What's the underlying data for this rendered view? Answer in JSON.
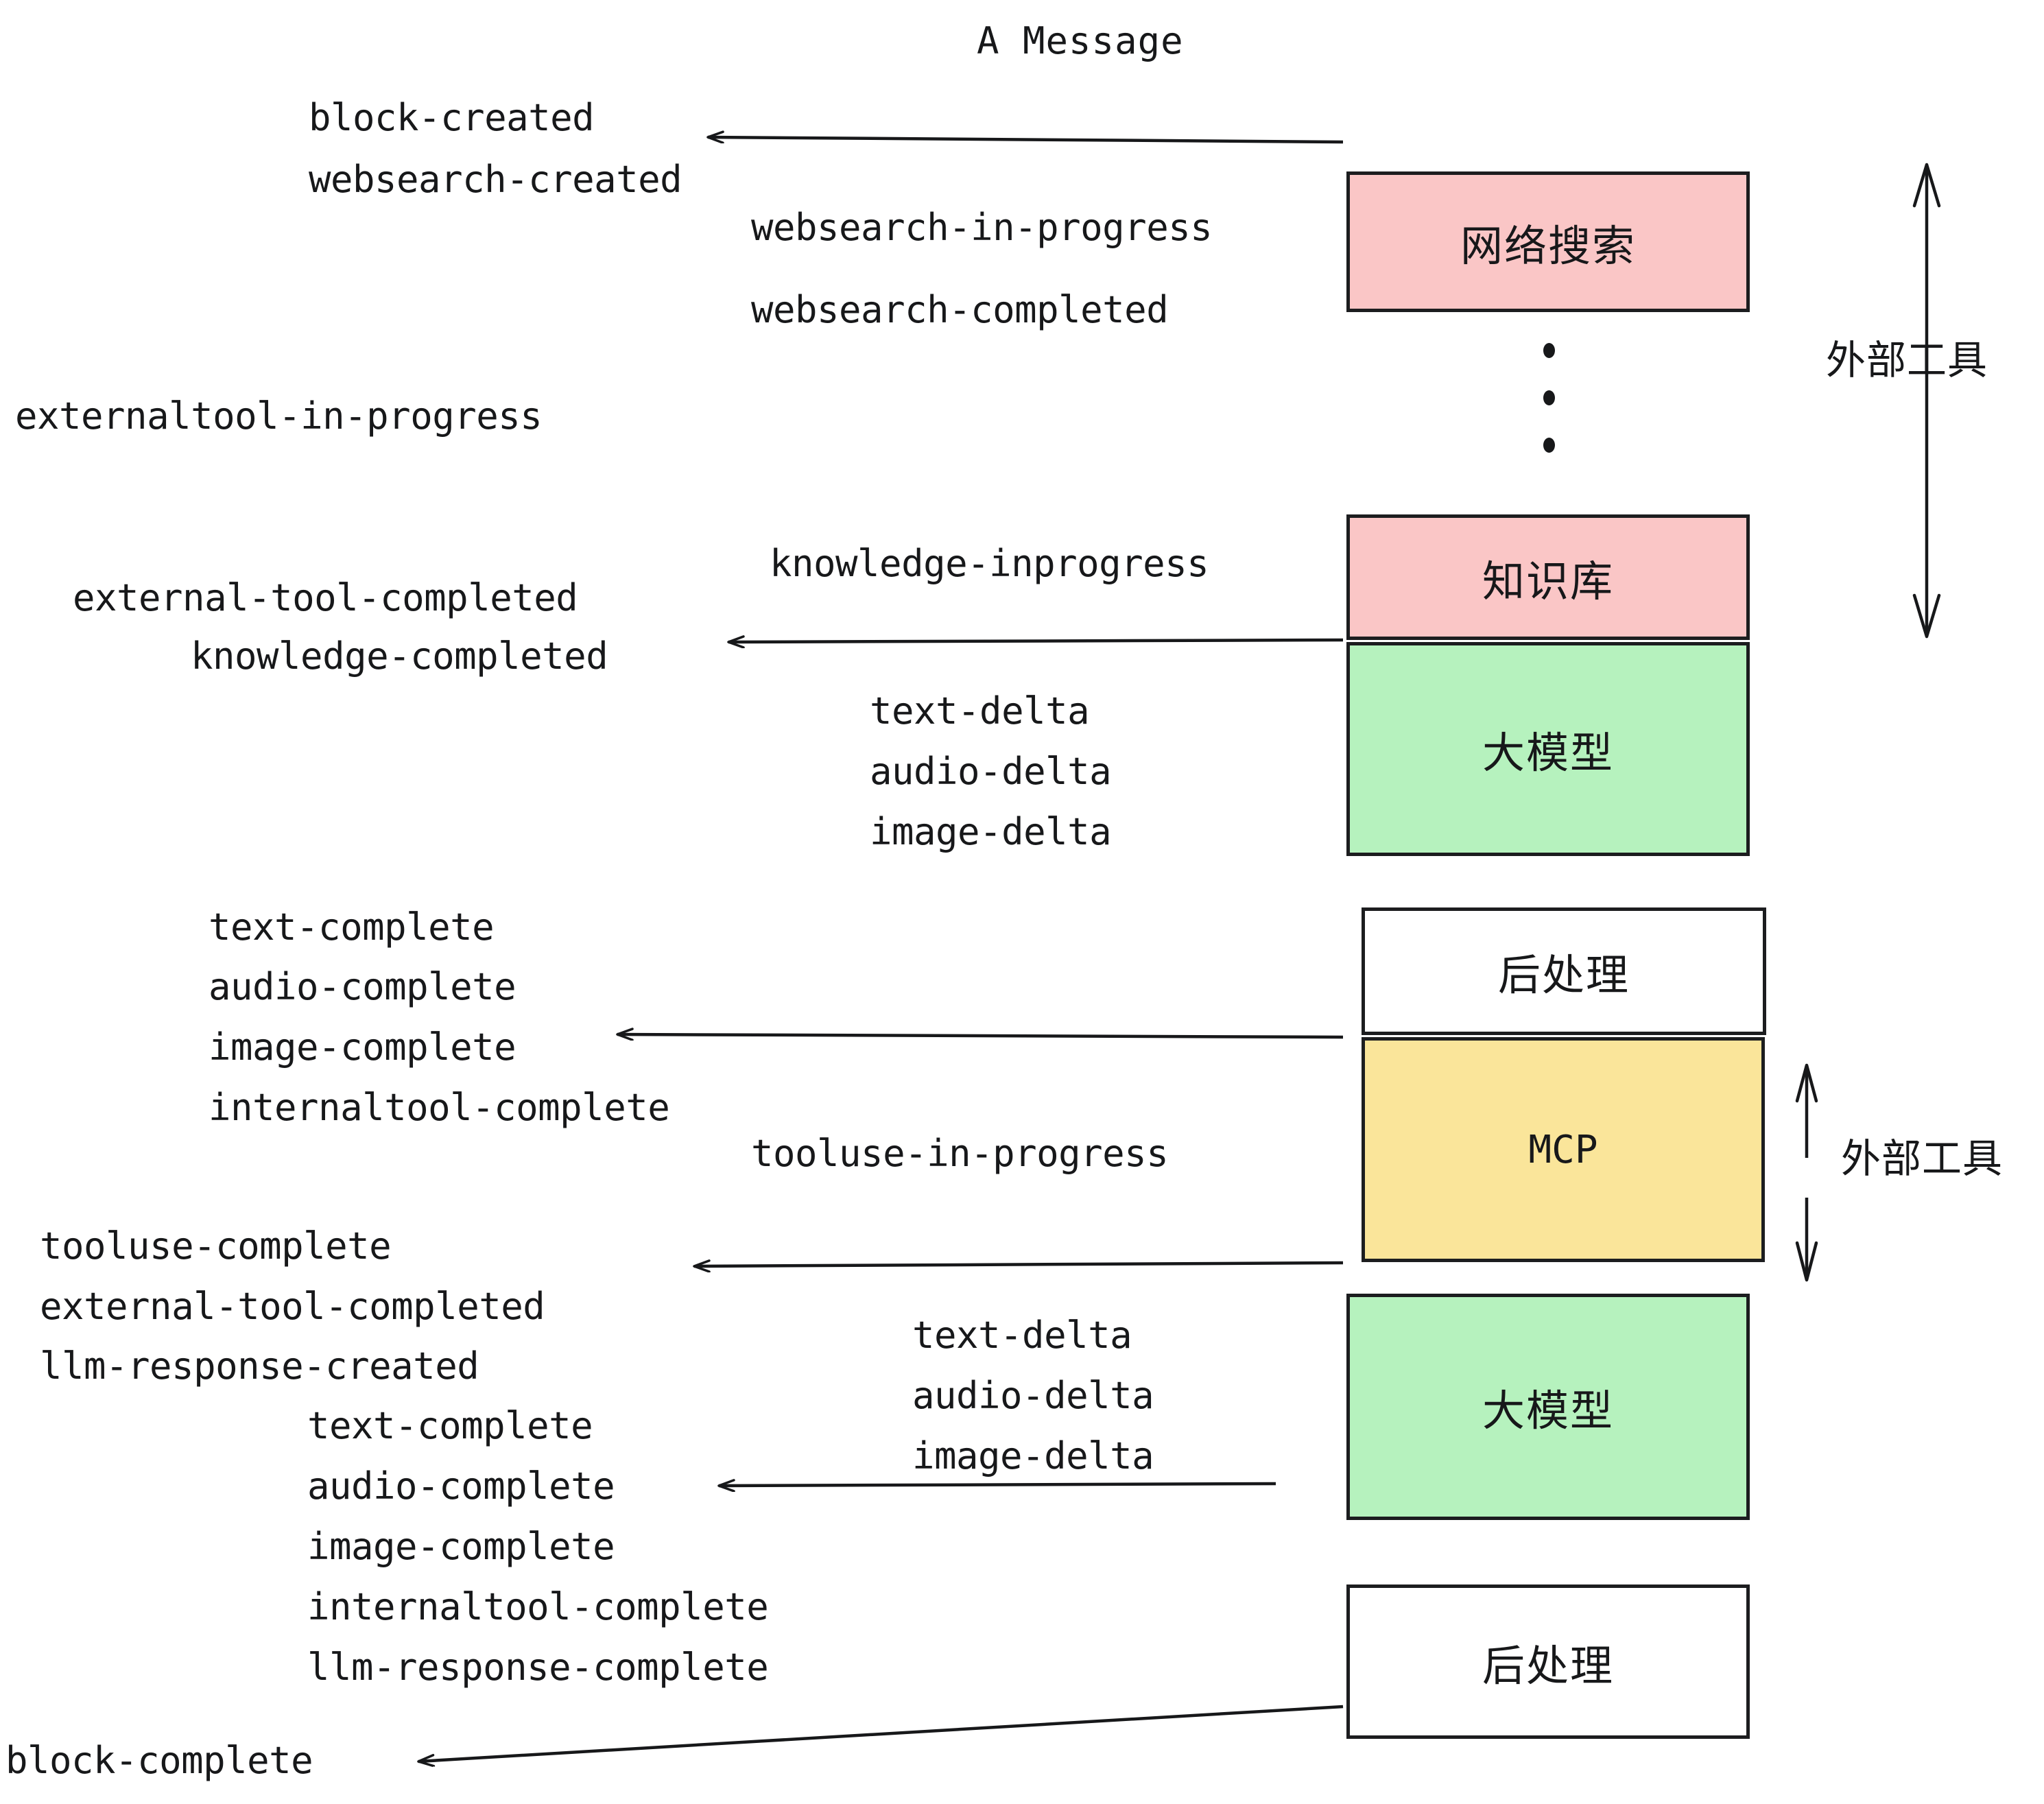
{
  "title": "A Message",
  "colors": {
    "pink": "#FAC6C6",
    "green": "#B6F2BE",
    "yellow": "#FAE59A",
    "white": "#FFFFFF",
    "stroke": "#1C1D1F",
    "text": "#17181A"
  },
  "boxes": [
    {
      "id": "websearch",
      "label": "网络搜索",
      "fill": "#FAC6C6"
    },
    {
      "id": "knowledge",
      "label": "知识库",
      "fill": "#FAC6C6"
    },
    {
      "id": "llm-top",
      "label": "大模型",
      "fill": "#B6F2BE"
    },
    {
      "id": "post-top",
      "label": "后处理",
      "fill": "#FFFFFF"
    },
    {
      "id": "mcp",
      "label": "MCP",
      "fill": "#FAE59A"
    },
    {
      "id": "llm-bottom",
      "label": "大模型",
      "fill": "#B6F2BE"
    },
    {
      "id": "post-bottom",
      "label": "后处理",
      "fill": "#FFFFFF"
    }
  ],
  "side_labels": [
    {
      "id": "external-tool-top",
      "label": "外部工具"
    },
    {
      "id": "external-tool-bottom",
      "label": "外部工具"
    }
  ],
  "events": {
    "block_created": "block-created",
    "websearch_created": "websearch-created",
    "websearch_in_progress": "websearch-in-progress",
    "websearch_completed": "websearch-completed",
    "externaltool_in_progress": "externaltool-in-progress",
    "knowledge_inprogress": "knowledge-inprogress",
    "external_tool_completed_1": "external-tool-completed",
    "knowledge_completed": "knowledge-completed",
    "text_delta_1": "text-delta",
    "audio_delta_1": "audio-delta",
    "image_delta_1": "image-delta",
    "text_complete_1": "text-complete",
    "audio_complete_1": "audio-complete",
    "image_complete_1": "image-complete",
    "internaltool_complete_1": "internaltool-complete",
    "tooluse_in_progress": "tooluse-in-progress",
    "tooluse_complete": "tooluse-complete",
    "external_tool_completed_2": "external-tool-completed",
    "llm_response_created": "llm-response-created",
    "text_delta_2": "text-delta",
    "audio_delta_2": "audio-delta",
    "image_delta_2": "image-delta",
    "text_complete_2": "text-complete",
    "audio_complete_2": "audio-complete",
    "image_complete_2": "image-complete",
    "internaltool_complete_2": "internaltool-complete",
    "llm_response_complete": "llm-response-complete",
    "block_complete": "block-complete"
  }
}
